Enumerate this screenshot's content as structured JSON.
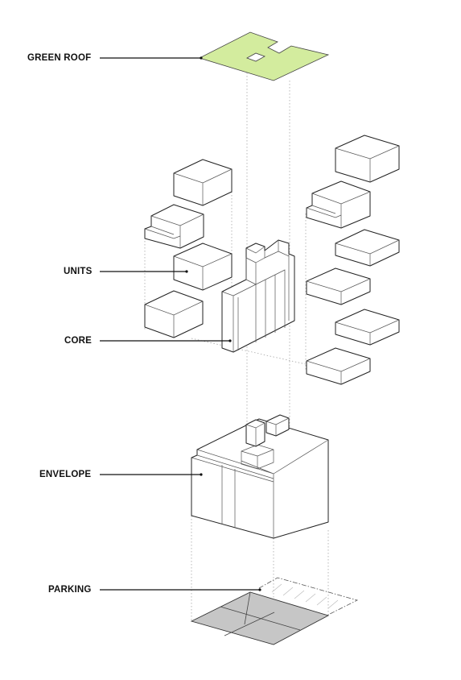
{
  "labels": {
    "green_roof": "GREEN ROOF",
    "units": "UNITS",
    "core": "CORE",
    "envelope": "ENVELOPE",
    "parking": "PARKING"
  },
  "colors": {
    "green_roof": "#d3ec9e",
    "parking_slab": "#c6c6c6",
    "line": "#222222"
  }
}
